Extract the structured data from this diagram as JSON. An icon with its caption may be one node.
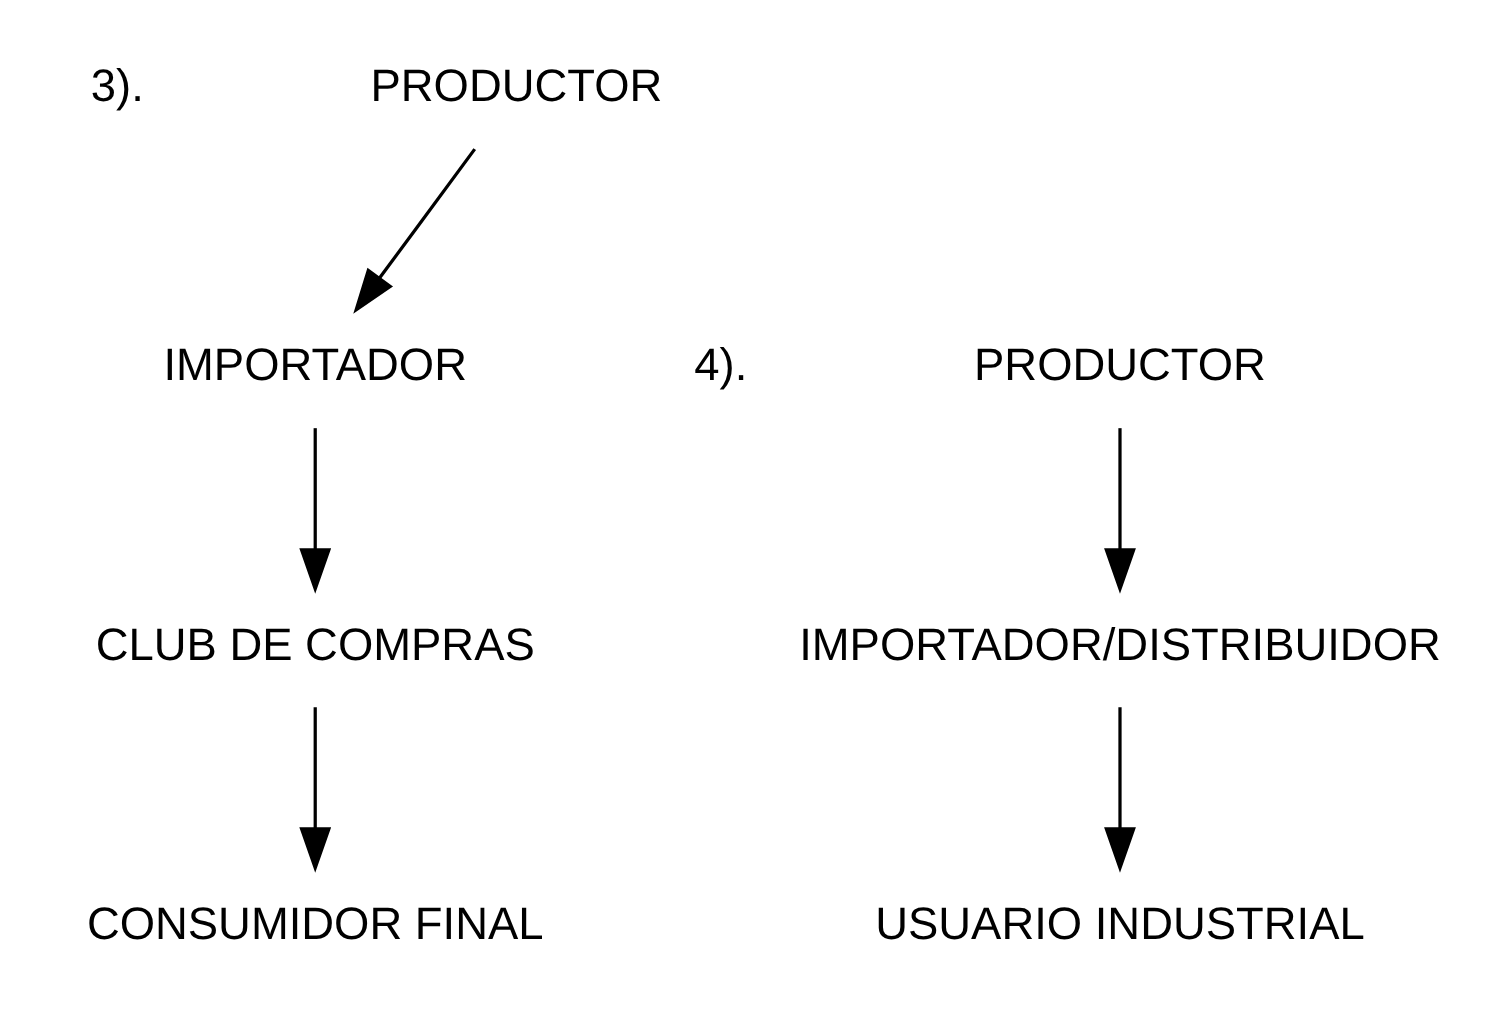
{
  "diagram": {
    "nodes": [
      {
        "text": [
          "PRODUCTOR"
        ]
      },
      {
        "text": [
          "IMPORTADOR"
        ]
      },
      {
        "text": [
          "CLUB DE COMPRAS"
        ]
      },
      {
        "text": [
          "CONSUMIDOR FINAL"
        ]
      },
      {
        "text": [
          "PRODUCTOR"
        ]
      },
      {
        "text": [
          "IMPORTADOR/DISTRIBUIDOR"
        ]
      },
      {
        "text": [
          "USUARIO INDUSTRIAL"
        ]
      }
    ],
    "edges": [
      {
        "from": 0,
        "to": 1,
        "arrow": "to"
      },
      {
        "from": 1,
        "to": 2,
        "arrow": "to"
      },
      {
        "from": 2,
        "to": 3,
        "arrow": "to"
      },
      {
        "from": 4,
        "to": 5,
        "arrow": "to"
      },
      {
        "from": 5,
        "to": 6,
        "arrow": "to"
      }
    ],
    "labels": [
      "3).",
      "4)."
    ]
  }
}
